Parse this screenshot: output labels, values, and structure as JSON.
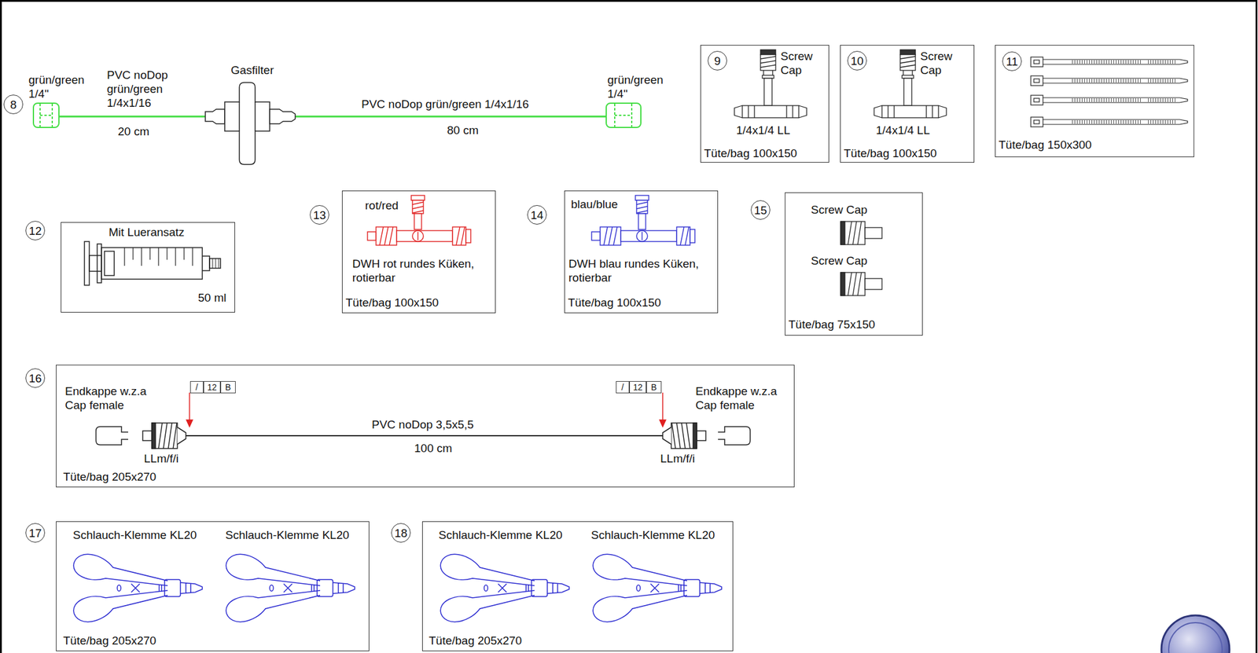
{
  "diagram": {
    "nodes": [
      {
        "text": [
          "8"
        ]
      },
      {
        "text": [
          "Screw Cap",
          "1/4x1/4 LL",
          "Tüte/bag 100x150"
        ]
      },
      {
        "text": [
          "9"
        ],
        "in": 1
      },
      {
        "text": [
          "Screw Cap",
          "1/4x1/4 LL",
          "Tüte/bag 100x150"
        ]
      },
      {
        "text": [
          "10"
        ],
        "in": 3
      },
      {
        "text": [
          "Tüte/bag 150x300"
        ]
      },
      {
        "text": [
          "11"
        ],
        "in": 5
      },
      {
        "text": [
          "12"
        ]
      },
      {
        "text": [
          "Mit Lueransatz",
          "50 ml"
        ]
      },
      {
        "text": [
          "13"
        ]
      },
      {
        "text": [
          "rot/red",
          "DWH rot rundes Küken, rotierbar",
          "Tüte/bag 100x150"
        ]
      },
      {
        "text": [
          "14"
        ]
      },
      {
        "text": [
          "blau/blue",
          "DWH blau rundes Küken, rotierbar",
          "Tüte/bag 100x150"
        ]
      },
      {
        "text": [
          "15"
        ]
      },
      {
        "text": [
          "Screw Cap",
          "Screw Cap",
          "Tüte/bag 75x150"
        ]
      },
      {
        "text": [
          "16"
        ]
      },
      {
        "text": [
          "Endkappe w.z.a Cap female",
          "LLm/f/i",
          "/",
          "12",
          "B",
          "PVC noDop 3,5x5,5",
          "100 cm",
          "/",
          "12",
          "B",
          "LLm/f/i",
          "Endkappe w.z.a Cap female",
          "Tüte/bag 205x270"
        ]
      },
      {
        "text": [
          "17"
        ]
      },
      {
        "text": [
          "Schlauch-Klemme KL20",
          "Schlauch-Klemme KL20",
          "Tüte/bag 205x270"
        ]
      },
      {
        "text": [
          "18"
        ]
      },
      {
        "text": [
          "Schlauch-Klemme KL20",
          "Schlauch-Klemme KL20",
          "Tüte/bag 205x270"
        ]
      }
    ],
    "labels": [
      "grün/green 1/4\"",
      "PVC noDop grün/green 1/4x1/16",
      "20 cm",
      "Gasfilter",
      "PVC noDop grün/green 1/4x1/16",
      "80 cm",
      "grün/green 1/4\""
    ]
  }
}
